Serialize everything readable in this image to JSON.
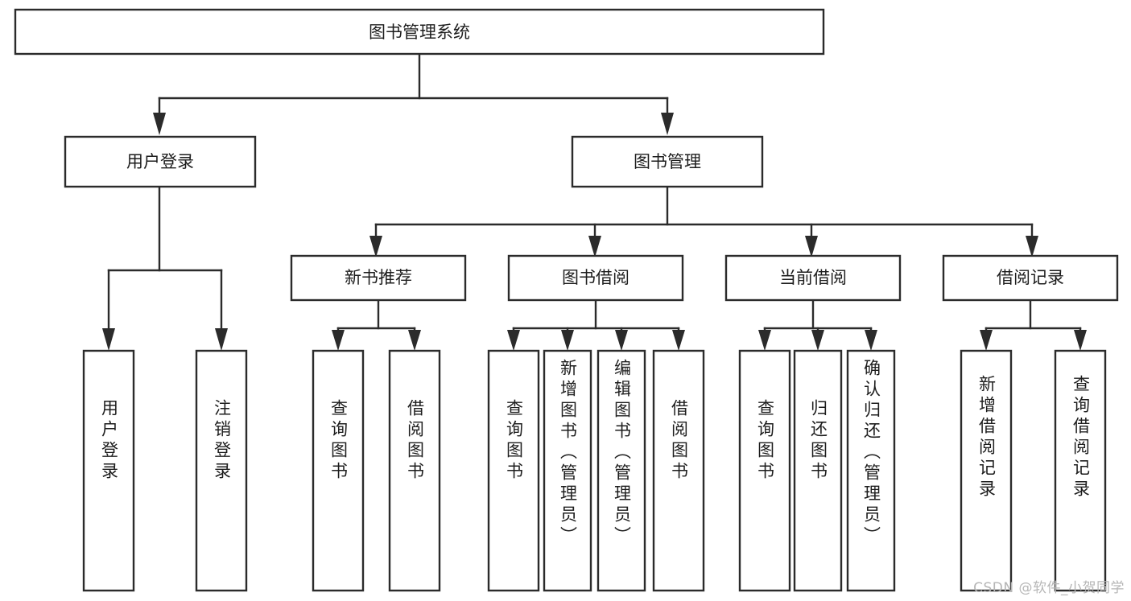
{
  "diagram": {
    "type": "tree-hierarchy",
    "title": "图书管理系统",
    "watermark": "CSDN @软件_小贺同学",
    "colors": {
      "stroke": "#2b2b2b",
      "fill": "#ffffff",
      "text": "#1d1d1d",
      "watermark": "#b6b6b6",
      "background": "#ffffff"
    },
    "levels": {
      "root": {
        "label": "图书管理系统"
      },
      "level2": [
        {
          "label": "用户登录"
        },
        {
          "label": "图书管理"
        }
      ],
      "level3": [
        {
          "label": "新书推荐"
        },
        {
          "label": "图书借阅"
        },
        {
          "label": "当前借阅"
        },
        {
          "label": "借阅记录"
        }
      ],
      "leaves": [
        {
          "label": "用户登录",
          "parent": "用户登录"
        },
        {
          "label": "注销登录",
          "parent": "用户登录"
        },
        {
          "label": "查询图书",
          "parent": "新书推荐"
        },
        {
          "label": "借阅图书",
          "parent": "新书推荐"
        },
        {
          "label": "查询图书",
          "parent": "图书借阅"
        },
        {
          "label": "新增图书（管理员）",
          "parent": "图书借阅"
        },
        {
          "label": "编辑图书（管理员）",
          "parent": "图书借阅"
        },
        {
          "label": "借阅图书",
          "parent": "图书借阅"
        },
        {
          "label": "查询图书",
          "parent": "当前借阅"
        },
        {
          "label": "归还图书",
          "parent": "当前借阅"
        },
        {
          "label": "确认归还（管理员）",
          "parent": "当前借阅"
        },
        {
          "label": "新增借阅记录",
          "parent": "借阅记录"
        },
        {
          "label": "查询借阅记录",
          "parent": "借阅记录"
        }
      ]
    }
  }
}
